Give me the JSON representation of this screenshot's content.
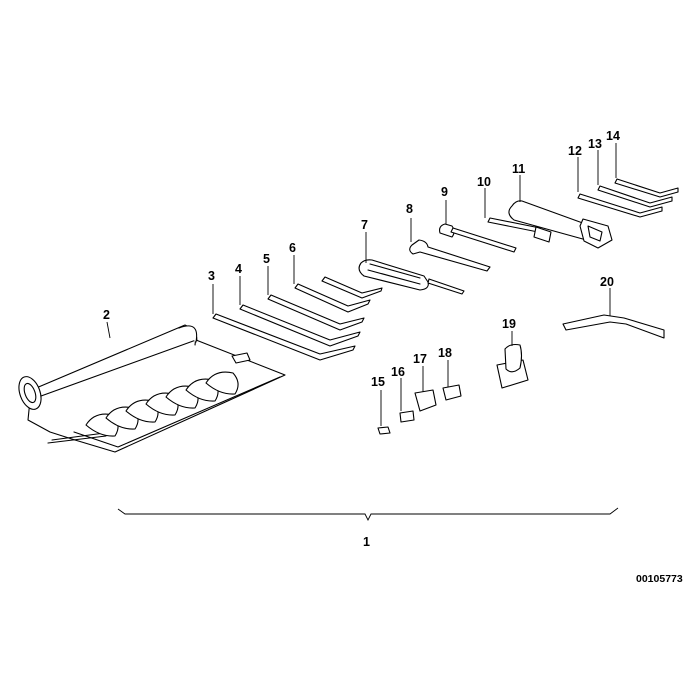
{
  "callouts": {
    "c1": "1",
    "c2": "2",
    "c3": "3",
    "c4": "4",
    "c5": "5",
    "c6": "6",
    "c7": "7",
    "c8": "8",
    "c9": "9",
    "c10": "10",
    "c11": "11",
    "c12": "12",
    "c13": "13",
    "c14": "14",
    "c15": "15",
    "c16": "16",
    "c17": "17",
    "c18": "18",
    "c19": "19",
    "c20": "20"
  },
  "reference_number": "00105773"
}
